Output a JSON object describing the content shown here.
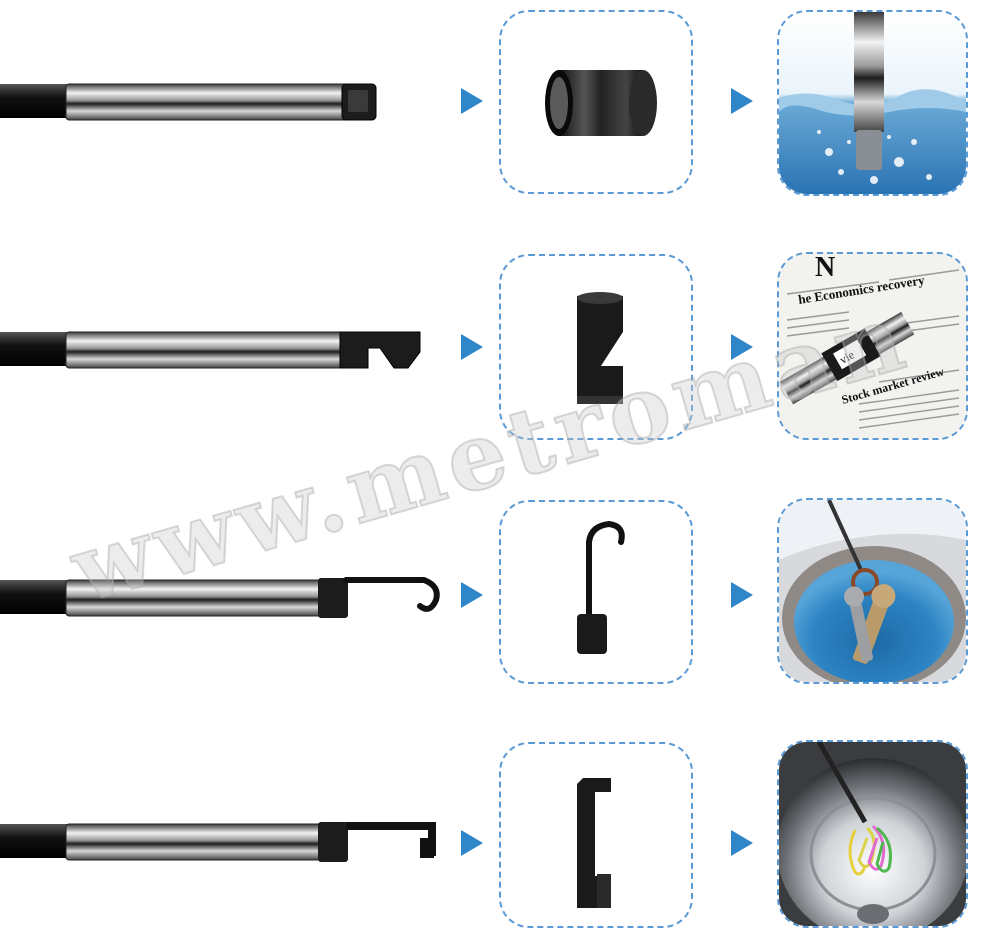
{
  "watermark": {
    "text": "www.metroman"
  },
  "accent_color": "#2f86c9",
  "border_color": "#5a9ad6",
  "rows": [
    {
      "attachment": "magnet-ring-cap",
      "scene": "underwater"
    },
    {
      "attachment": "side-mirror-clip",
      "scene": "newspaper"
    },
    {
      "attachment": "hook",
      "scene": "keys-in-well"
    },
    {
      "attachment": "c-hook",
      "scene": "paperclips-in-drum"
    }
  ],
  "newspaper": {
    "headline_letter": "N",
    "headline_1": "he Economics recovery",
    "headline_2": "Stock market review",
    "mirror_text": "vie"
  }
}
